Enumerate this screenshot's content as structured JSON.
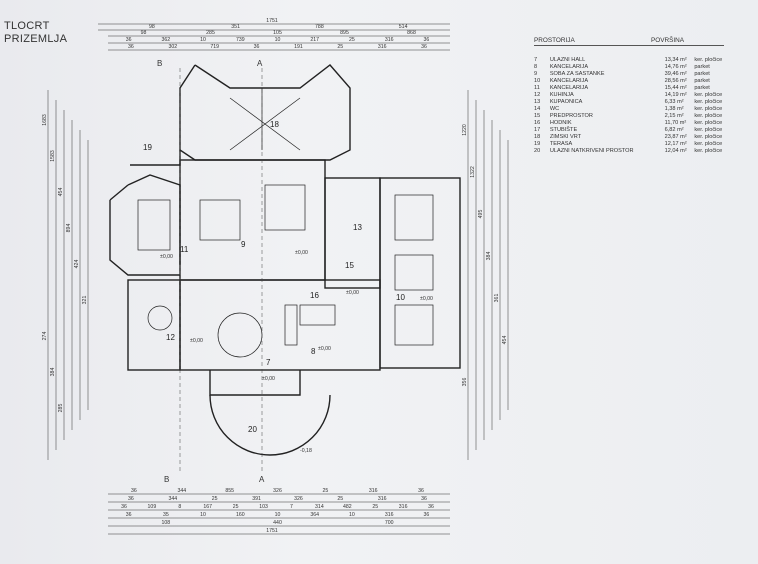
{
  "title": {
    "line1": "TLOCRT",
    "line2": "PRIZEMLJA"
  },
  "legend": {
    "header_room": "PROSTORIJA",
    "header_area": "POVRŠINA",
    "rows": [
      {
        "num": "7",
        "name": "ULAZNI HALL",
        "area": "13,34 m²",
        "floor": "ker. pločice"
      },
      {
        "num": "8",
        "name": "KANCELARIJA",
        "area": "14,76 m²",
        "floor": "parket"
      },
      {
        "num": "9",
        "name": "SOBA ZA SASTANKE",
        "area": "39,46 m²",
        "floor": "parket"
      },
      {
        "num": "10",
        "name": "KANCELARIJA",
        "area": "28,56 m²",
        "floor": "parket"
      },
      {
        "num": "11",
        "name": "KANCELARIJA",
        "area": "15,44 m²",
        "floor": "parket"
      },
      {
        "num": "12",
        "name": "KUHINJA",
        "area": "14,19 m²",
        "floor": "ker. pločice"
      },
      {
        "num": "13",
        "name": "KUPAONICA",
        "area": "6,33 m²",
        "floor": "ker. pločice"
      },
      {
        "num": "14",
        "name": "WC",
        "area": "1,38 m²",
        "floor": "ker. pločice"
      },
      {
        "num": "15",
        "name": "PREDPROSTOR",
        "area": "2,15 m²",
        "floor": "ker. pločice"
      },
      {
        "num": "16",
        "name": "HODNIK",
        "area": "11,70 m²",
        "floor": "ker. pločice"
      },
      {
        "num": "17",
        "name": "STUBIŠTE",
        "area": "6,82 m²",
        "floor": "ker. pločice"
      },
      {
        "num": "18",
        "name": "ZIMSKI VRT",
        "area": "23,87 m²",
        "floor": "ker. pločice"
      },
      {
        "num": "19",
        "name": "TERASA",
        "area": "12,17 m²",
        "floor": "ker. pločice"
      },
      {
        "num": "20",
        "name": "ULAZNI NATKRIVENI PROSTOR",
        "area": "12,04 m²",
        "floor": "ker. pločice"
      }
    ]
  },
  "rooms": {
    "r7": "7",
    "r8": "8",
    "r9": "9",
    "r10": "10",
    "r11": "11",
    "r12": "12",
    "r13": "13",
    "r15": "15",
    "r16": "16",
    "r18": "18",
    "r19": "19",
    "r20": "20"
  },
  "section_marks": {
    "a": "A",
    "b": "B"
  },
  "dims_top": {
    "total": "1751",
    "row2": [
      "98",
      "351",
      "788",
      "514"
    ],
    "row3": [
      "98",
      "285",
      "105",
      "895",
      "868"
    ],
    "row4": [
      "36",
      "362",
      "10",
      "739",
      "10",
      "217",
      "25",
      "316",
      "36"
    ],
    "row5": [
      "36",
      "302",
      "719",
      "36",
      "191",
      "25",
      "316",
      "36"
    ]
  },
  "dims_bottom": {
    "row1": [
      "36",
      "344",
      "855",
      "326",
      "25",
      "316",
      "36"
    ],
    "row2": [
      "36",
      "344",
      "25",
      "391",
      "326",
      "25",
      "316",
      "36"
    ],
    "row3": [
      "36",
      "109",
      "8",
      "167",
      "25",
      "103",
      "7",
      "314",
      "482",
      "25",
      "316",
      "36"
    ],
    "row4": [
      "36",
      "35",
      "10",
      "160",
      "10",
      "364",
      "10",
      "316",
      "36"
    ],
    "row5": [
      "108",
      "440",
      "700"
    ],
    "total": "1751"
  },
  "dims_left": [
    "1683",
    "1583",
    "454",
    "894",
    "424",
    "321",
    "274",
    "384",
    "285"
  ],
  "dims_right": [
    "1220",
    "1322",
    "495",
    "384",
    "361",
    "454",
    "356"
  ],
  "elevations": [
    "±0,00",
    "±0,00",
    "±0,00",
    "±0,00",
    "±0,00",
    "±0,00",
    "±0,00",
    "-0,18"
  ]
}
